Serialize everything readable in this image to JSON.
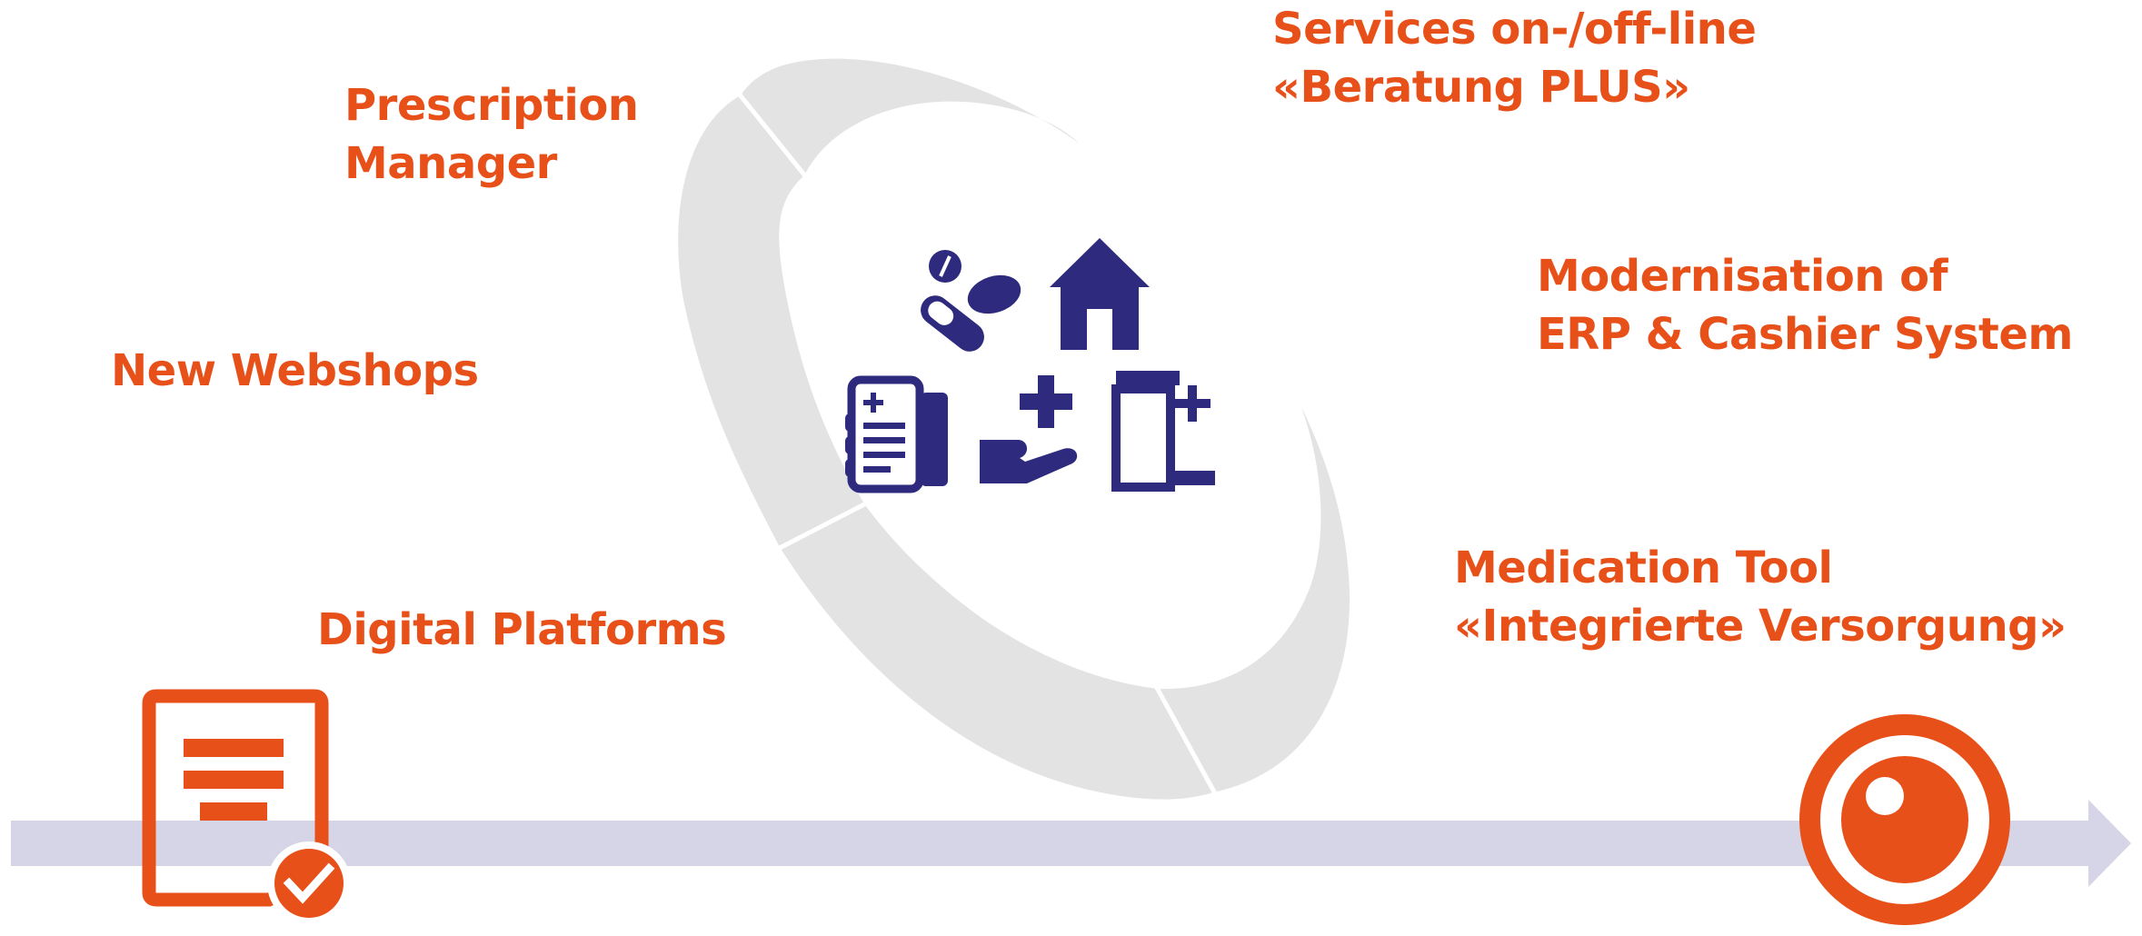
{
  "colors": {
    "accent": "#E8501A",
    "icon": "#2E2A7E",
    "ring": "#E3E3E3",
    "timeline": "#D6D5E8",
    "background": "#FFFFFF"
  },
  "labels": {
    "prescription_manager": [
      "Prescription",
      "Manager"
    ],
    "new_webshops": [
      "New Webshops"
    ],
    "digital_platforms": [
      "Digital Platforms"
    ],
    "services": [
      "Services on-/off-line",
      "«Beratung PLUS»"
    ],
    "erp": [
      "Modernisation of",
      "ERP & Cashier System"
    ],
    "medication_tool": [
      "Medication Tool",
      "«Integrierte Versorgung»"
    ]
  },
  "icons": {
    "start": "document-check-icon",
    "end": "target-eye-icon",
    "center": [
      "pills-icon",
      "house-icon",
      "phone-prescription-icon",
      "hand-plus-icon",
      "medicine-bottle-icon"
    ]
  }
}
